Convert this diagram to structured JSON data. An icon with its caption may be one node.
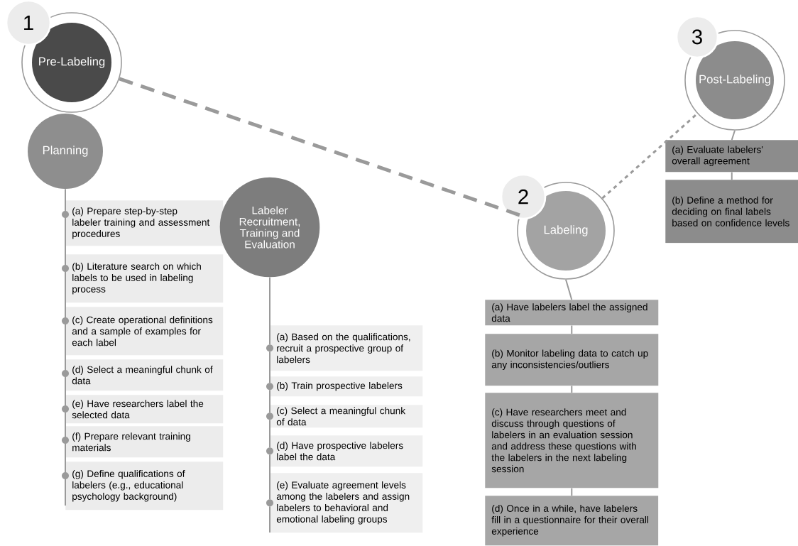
{
  "diagram": {
    "nodes": [
      {
        "text": [
          "1",
          "Pre-Labeling"
        ]
      },
      {
        "text": [
          "Planning"
        ]
      },
      {
        "text": [
          "(a) Prepare step-by-step labeler training and assessment procedures"
        ]
      },
      {
        "text": [
          "(b) Literature search on which labels to be used in labeling process"
        ]
      },
      {
        "text": [
          "(c) Create operational definitions and a sample of examples for each label"
        ]
      },
      {
        "text": [
          "(d) Select a meaningful chunk of data"
        ]
      },
      {
        "text": [
          "(e) Have researchers label the selected data"
        ]
      },
      {
        "text": [
          "(f) Prepare relevant training materials"
        ]
      },
      {
        "text": [
          "(g) Define qualifications of labelers (e.g., educational psychology background)"
        ]
      },
      {
        "text": [
          "Labeler Recruitment, Training and Evaluation"
        ]
      },
      {
        "text": [
          "(a) Based on the qualifications, recruit a prospective group of labelers"
        ]
      },
      {
        "text": [
          "(b) Train prospective labelers"
        ]
      },
      {
        "text": [
          "(c) Select a meaningful chunk of data"
        ]
      },
      {
        "text": [
          "(d) Have prospective labelers label the data"
        ]
      },
      {
        "text": [
          "(e) Evaluate agreement levels among the labelers and assign labelers to behavioral and emotional labeling groups"
        ]
      },
      {
        "text": [
          "2",
          "Labeling"
        ]
      },
      {
        "text": [
          "(a) Have labelers label the assigned data"
        ]
      },
      {
        "text": [
          "(b) Monitor labeling data to catch up any inconsistencies/outliers"
        ]
      },
      {
        "text": [
          "(c) Have researchers meet and discuss through questions of labelers in an evaluation session and address these questions with the labelers in the next labeling session"
        ]
      },
      {
        "text": [
          "(d) Once in a while, have labelers fill in a questionnaire for their overall experience"
        ]
      },
      {
        "text": [
          "3",
          "Post-Labeling"
        ]
      },
      {
        "text": [
          "(a) Evaluate labelers' overall agreement"
        ]
      },
      {
        "text": [
          "(b) Define a method for deciding on final labels based on confidence levels"
        ]
      }
    ],
    "edges": [
      {
        "from": 0,
        "to": 15,
        "arrow": "none",
        "style": "dashed"
      },
      {
        "from": 15,
        "to": 20,
        "arrow": "none",
        "style": "dashed"
      },
      {
        "from": 1,
        "to": 2,
        "arrow": "none"
      },
      {
        "from": 2,
        "to": 3,
        "arrow": "none"
      },
      {
        "from": 3,
        "to": 4,
        "arrow": "none"
      },
      {
        "from": 4,
        "to": 5,
        "arrow": "none"
      },
      {
        "from": 5,
        "to": 6,
        "arrow": "none"
      },
      {
        "from": 6,
        "to": 7,
        "arrow": "none"
      },
      {
        "from": 7,
        "to": 8,
        "arrow": "none"
      },
      {
        "from": 9,
        "to": 10,
        "arrow": "none"
      },
      {
        "from": 10,
        "to": 11,
        "arrow": "none"
      },
      {
        "from": 11,
        "to": 12,
        "arrow": "none"
      },
      {
        "from": 12,
        "to": 13,
        "arrow": "none"
      },
      {
        "from": 13,
        "to": 14,
        "arrow": "none"
      },
      {
        "from": 15,
        "to": 16,
        "arrow": "none"
      },
      {
        "from": 16,
        "to": 17,
        "arrow": "none"
      },
      {
        "from": 17,
        "to": 18,
        "arrow": "none"
      },
      {
        "from": 18,
        "to": 19,
        "arrow": "none"
      },
      {
        "from": 20,
        "to": 21,
        "arrow": "none"
      },
      {
        "from": 21,
        "to": 22,
        "arrow": "none"
      }
    ]
  }
}
